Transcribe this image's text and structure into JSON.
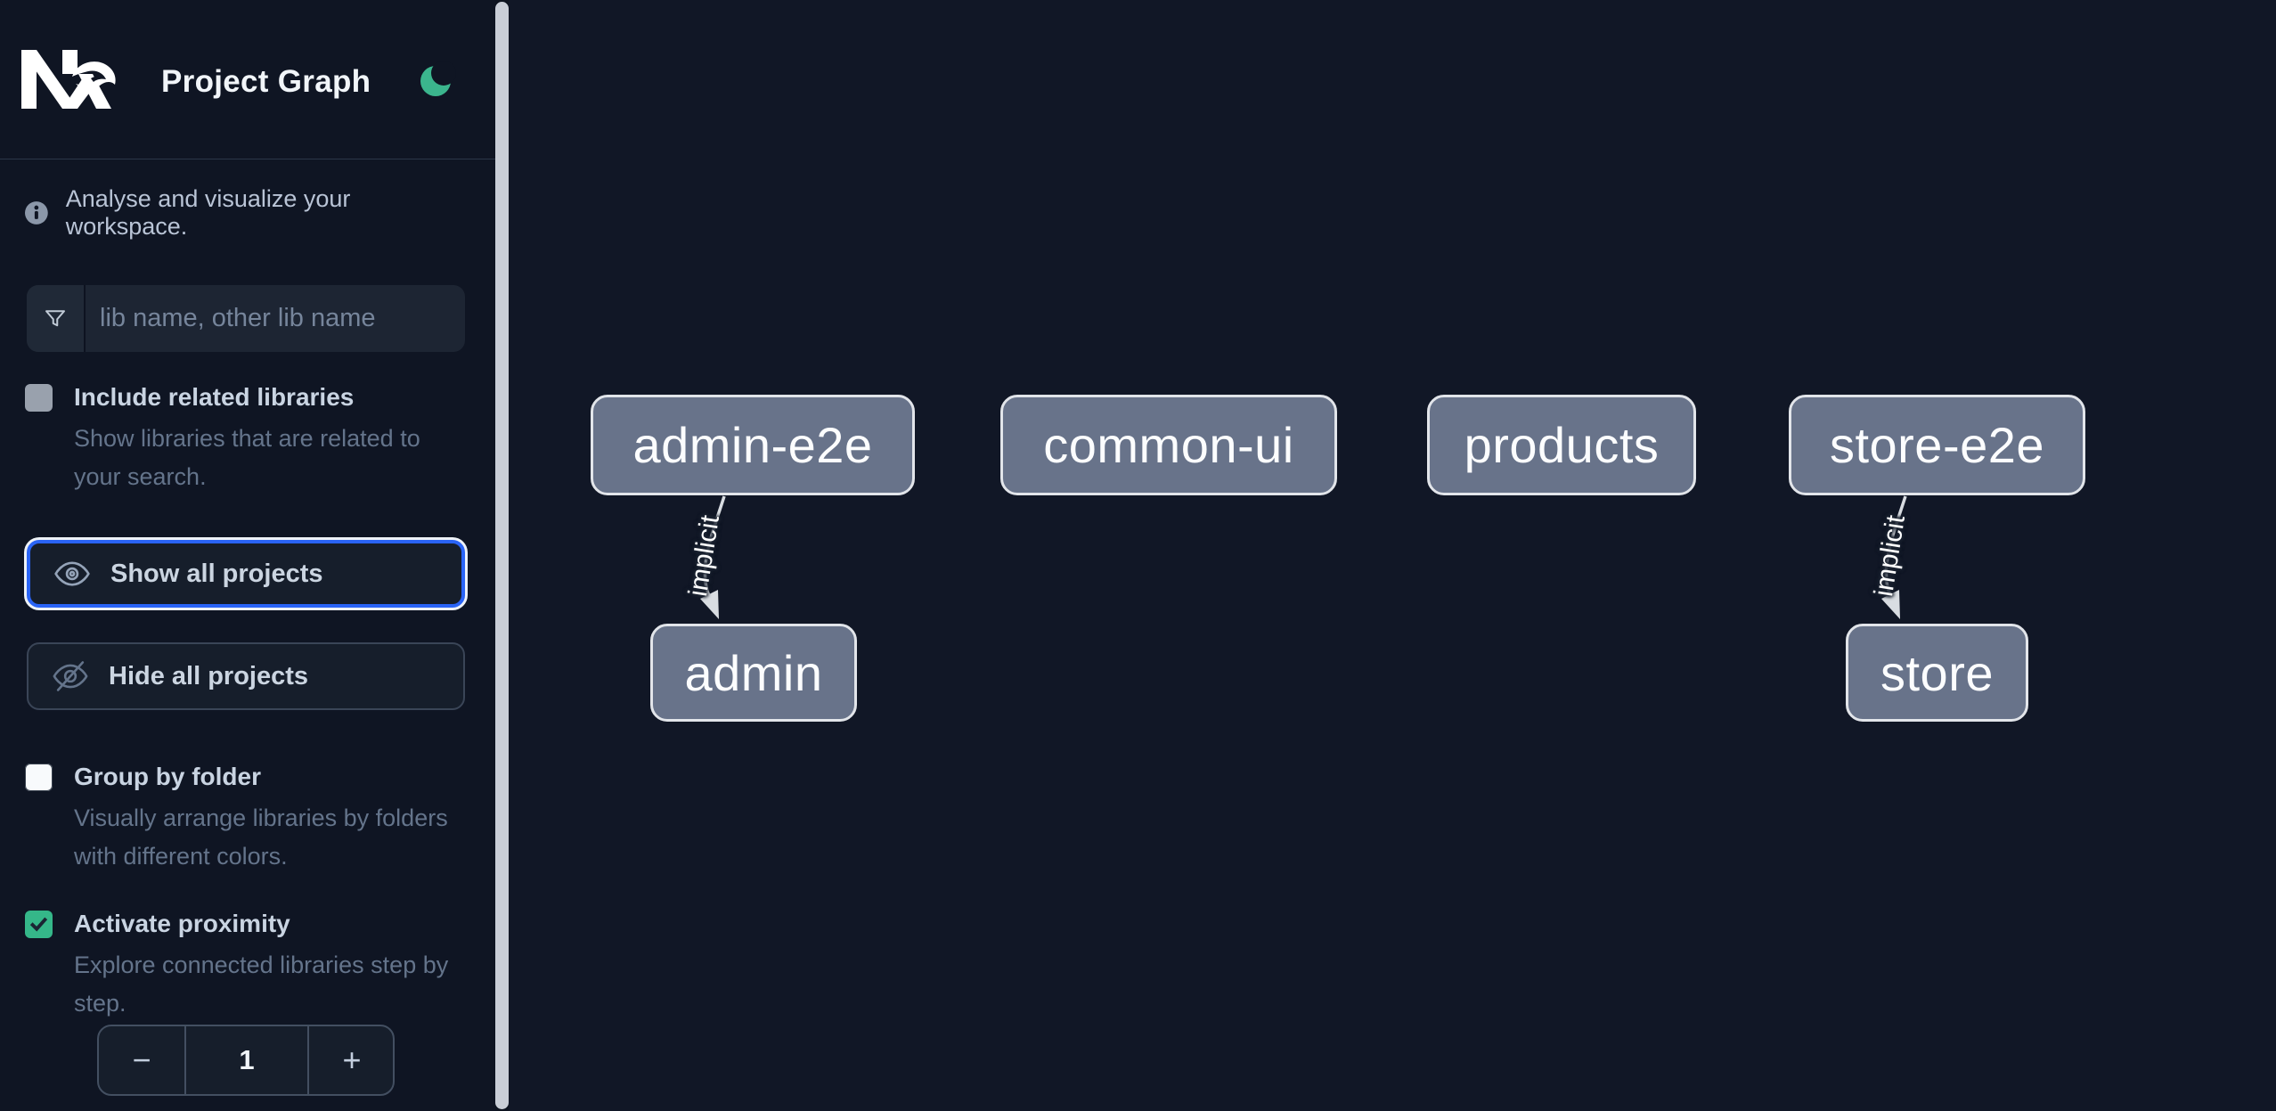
{
  "header": {
    "app_title": "Project Graph",
    "logo": "nx-logo",
    "theme_toggle_icon": "moon-icon"
  },
  "sidebar": {
    "tagline": "Analyse and visualize your workspace.",
    "search": {
      "icon": "filter-funnel-icon",
      "placeholder": "lib name, other lib name",
      "value": ""
    },
    "include_related": {
      "label": "Include related libraries",
      "description": "Show libraries that are related to your search.",
      "checked": false
    },
    "show_all_label": "Show all projects",
    "hide_all_label": "Hide all projects",
    "group_by_folder": {
      "label": "Group by folder",
      "description": "Visually arrange libraries by folders with different colors.",
      "checked": false
    },
    "activate_proximity": {
      "label": "Activate proximity",
      "description": "Explore connected libraries step by step.",
      "checked": true
    },
    "proximity_stepper": {
      "decrement_label": "−",
      "value": "1",
      "increment_label": "+"
    }
  },
  "graph": {
    "nodes": [
      {
        "label": "admin-e2e"
      },
      {
        "label": "common-ui"
      },
      {
        "label": "products"
      },
      {
        "label": "store-e2e"
      },
      {
        "label": "admin"
      },
      {
        "label": "store"
      }
    ],
    "edges": [
      {
        "source": "admin-e2e",
        "target": "admin",
        "label": "implicit"
      },
      {
        "source": "store-e2e",
        "target": "store",
        "label": "implicit"
      }
    ]
  },
  "fab": {
    "icon": "download-icon"
  },
  "colors": {
    "sidebar_bg": "#0f1523",
    "canvas_bg": "#111726",
    "accent_green": "#35b689",
    "focus_ring_blue": "#2a64f6",
    "node_fill": "#68738a",
    "node_border": "#e2e5ea"
  }
}
